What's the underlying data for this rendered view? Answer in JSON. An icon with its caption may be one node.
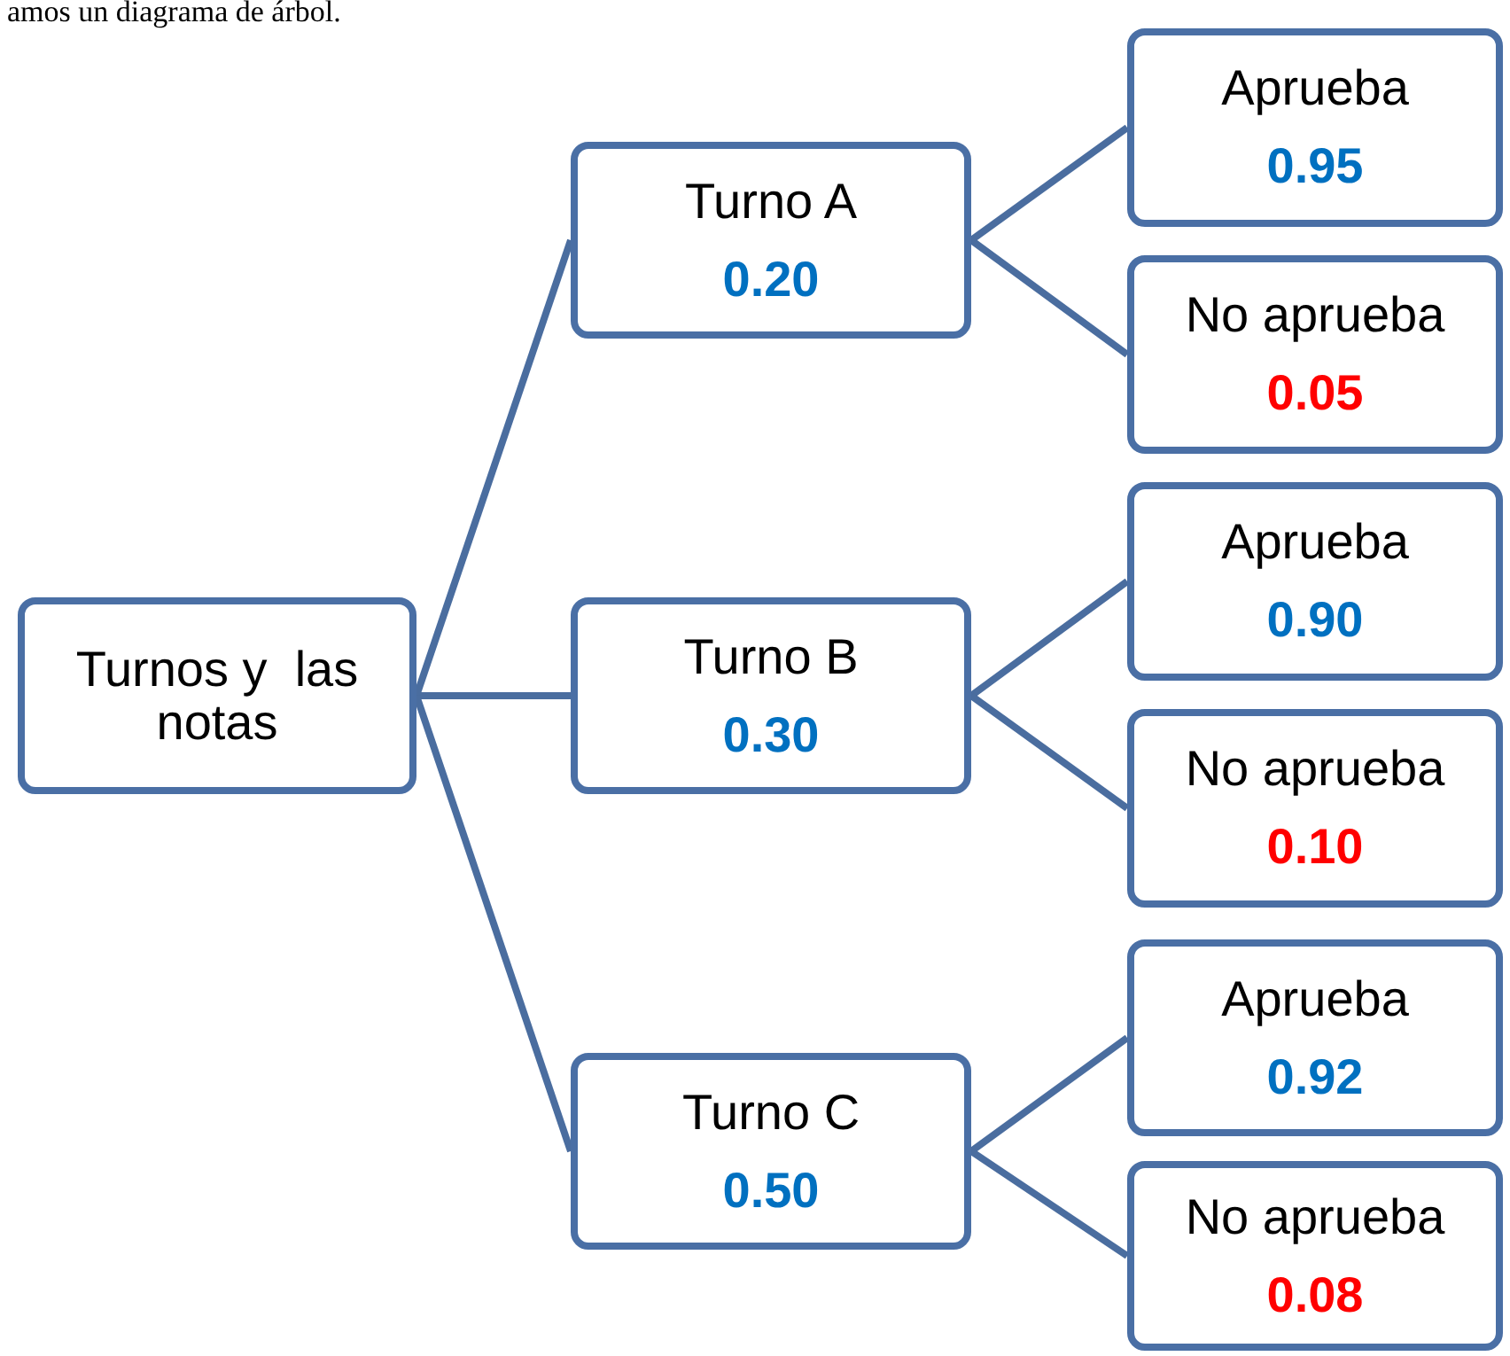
{
  "diagram": {
    "nodes": [
      {
        "text": [
          "Turnos y  las notas"
        ]
      },
      {
        "text": [
          "Turno A",
          "0.20"
        ]
      },
      {
        "text": [
          "Aprueba",
          "0.95"
        ]
      },
      {
        "text": [
          "No aprueba",
          "0.05"
        ]
      },
      {
        "text": [
          "Turno B",
          "0.30"
        ]
      },
      {
        "text": [
          "Aprueba",
          "0.90"
        ]
      },
      {
        "text": [
          "No aprueba",
          "0.10"
        ]
      },
      {
        "text": [
          "Turno C",
          "0.50"
        ]
      },
      {
        "text": [
          "Aprueba",
          "0.92"
        ]
      },
      {
        "text": [
          "No aprueba",
          "0.08"
        ]
      }
    ],
    "edges": [
      {
        "from": 0,
        "to": 1,
        "arrow": "none"
      },
      {
        "from": 0,
        "to": 4,
        "arrow": "none"
      },
      {
        "from": 0,
        "to": 7,
        "arrow": "none"
      },
      {
        "from": 1,
        "to": 2,
        "arrow": "none"
      },
      {
        "from": 1,
        "to": 3,
        "arrow": "none"
      },
      {
        "from": 4,
        "to": 5,
        "arrow": "none"
      },
      {
        "from": 4,
        "to": 6,
        "arrow": "none"
      },
      {
        "from": 7,
        "to": 8,
        "arrow": "none"
      },
      {
        "from": 7,
        "to": 9,
        "arrow": "none"
      }
    ],
    "labels": [
      "amos un diagrama de árbol."
    ]
  }
}
